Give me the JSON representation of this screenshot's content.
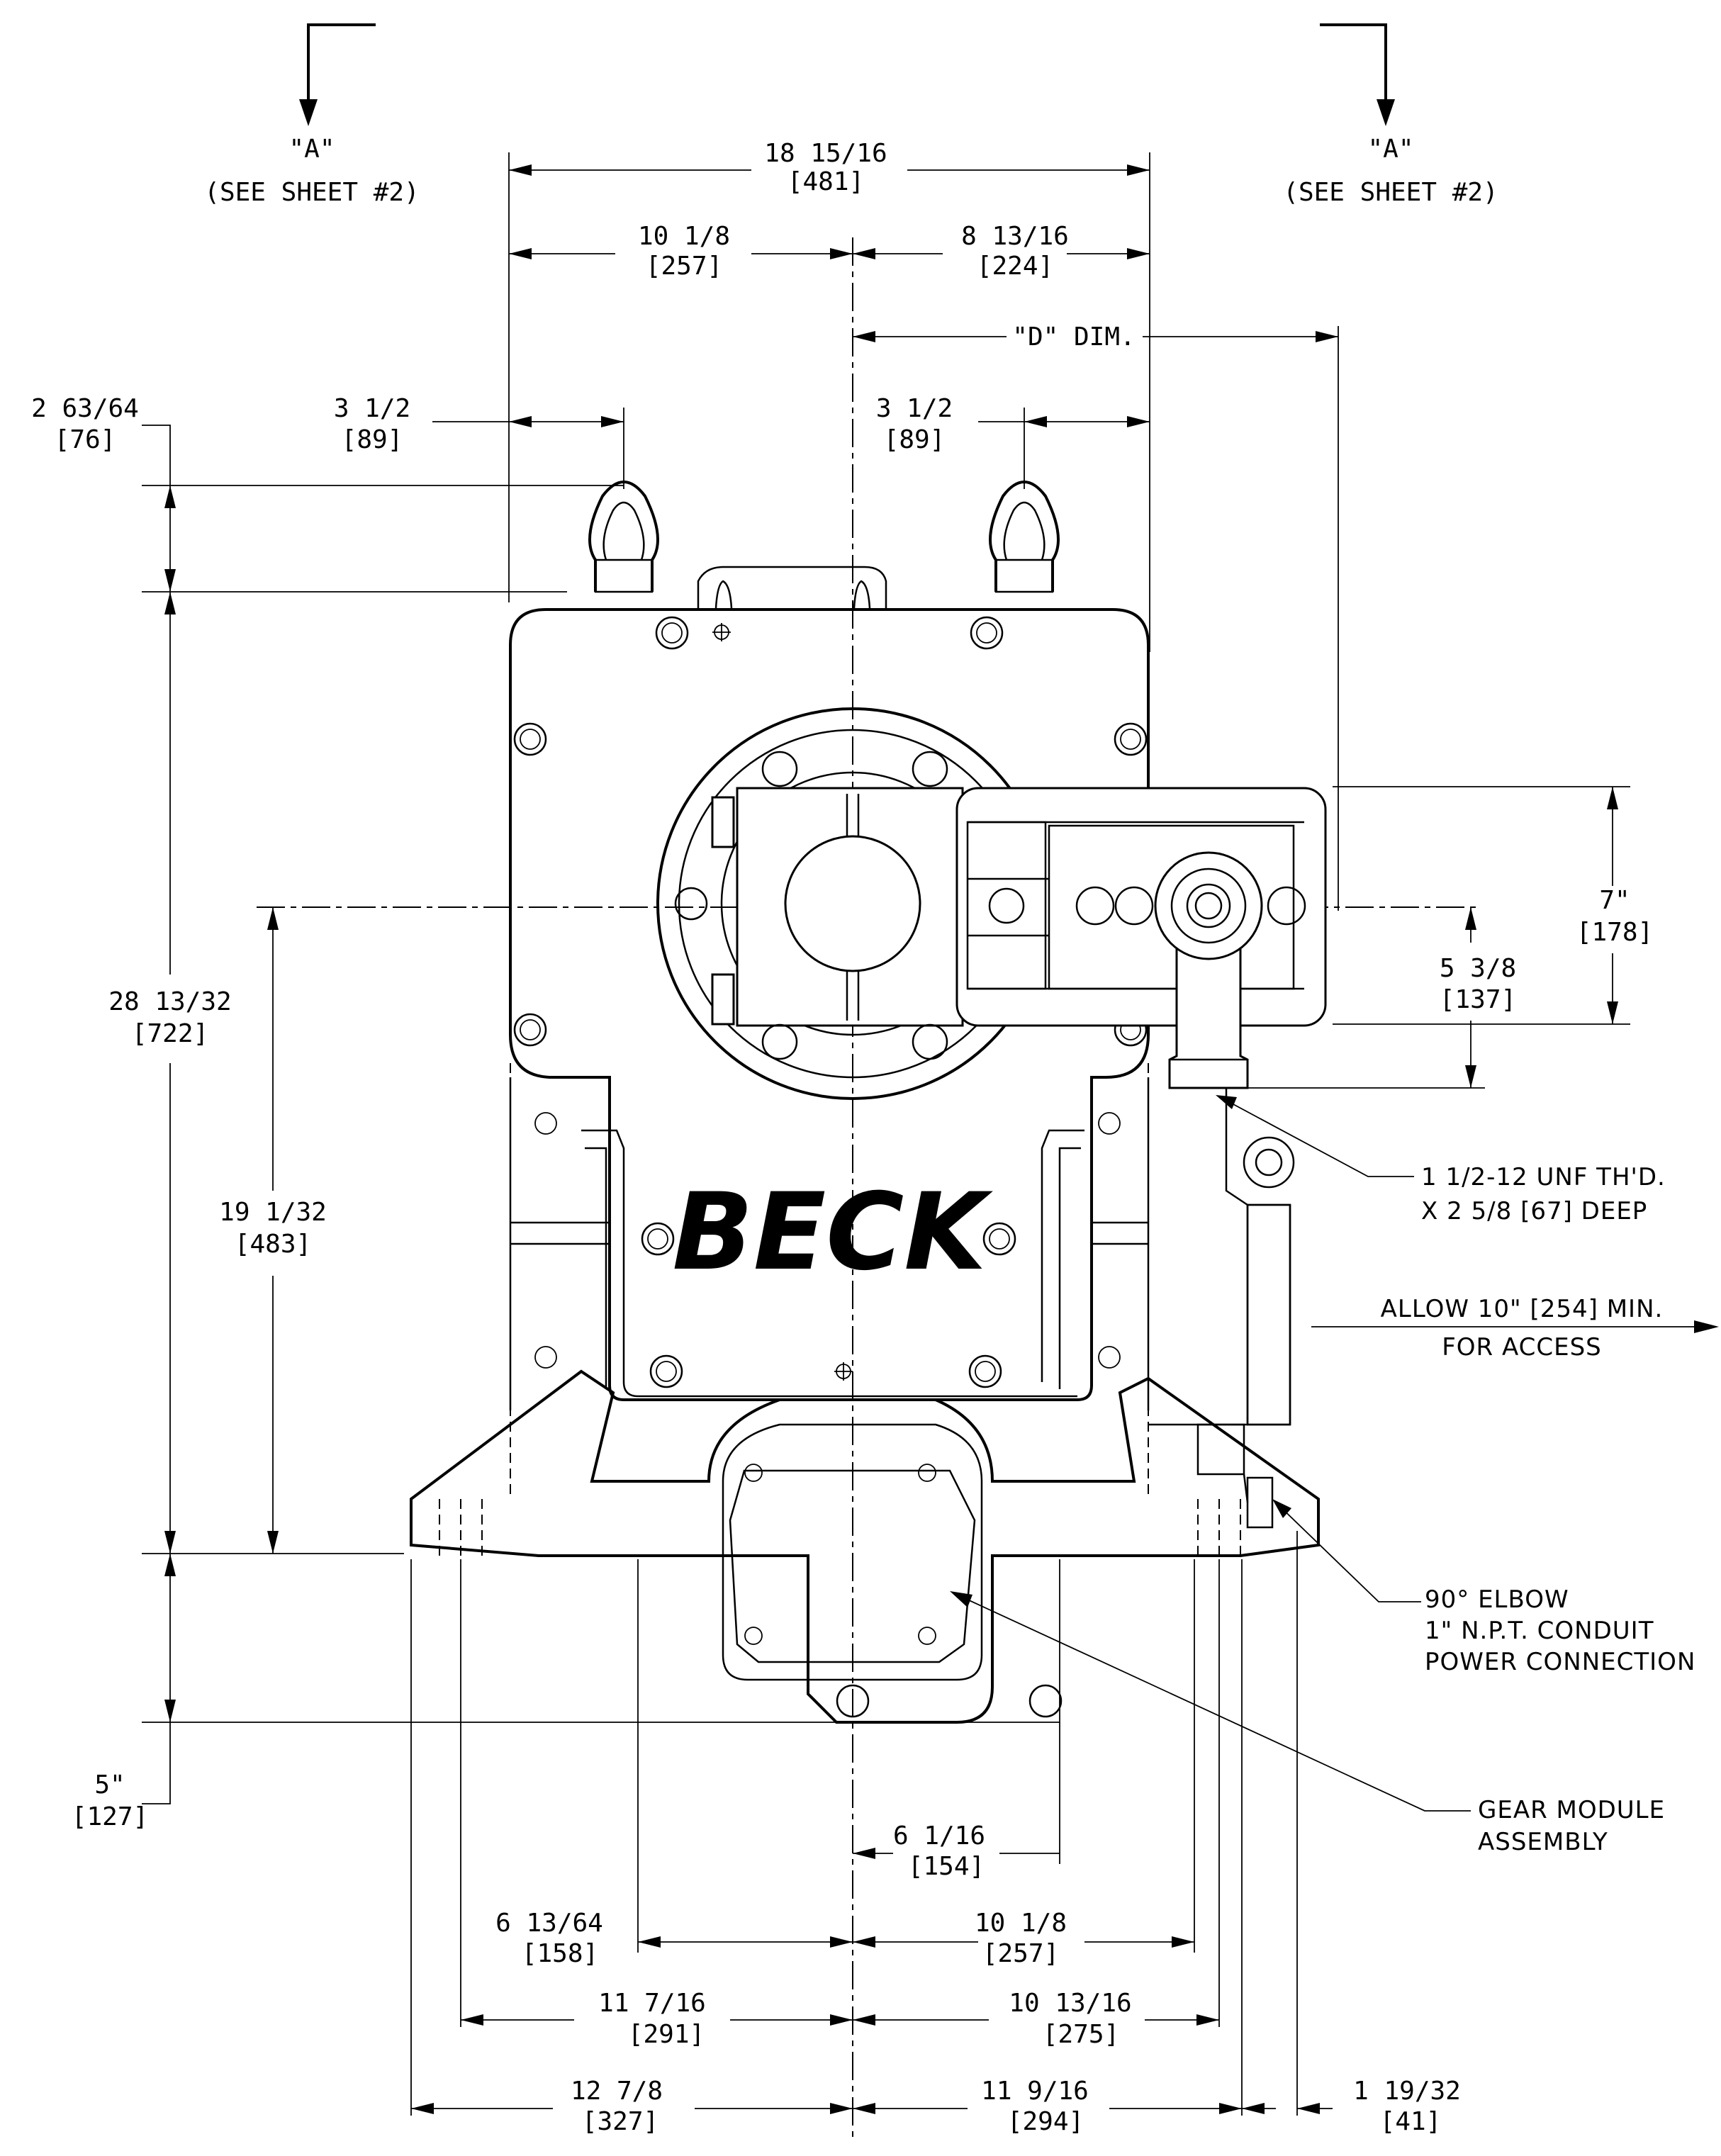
{
  "view_labels": {
    "left": {
      "name": "\"A\"",
      "ref": "(SEE SHEET #2)"
    },
    "right": {
      "name": "\"A\"",
      "ref": "(SEE SHEET #2)"
    }
  },
  "dimensions": {
    "overall_width": {
      "in": "18 15/16",
      "mm": "[481]"
    },
    "left_to_cl": {
      "in": "10 1/8",
      "mm": "[257]"
    },
    "cl_to_right": {
      "in": "8 13/16",
      "mm": "[224]"
    },
    "d_dim": "\"D\" DIM.",
    "lift_left": {
      "in": "3 1/2",
      "mm": "[89]"
    },
    "lift_right": {
      "in": "3 1/2",
      "mm": "[89]"
    },
    "lift_height": {
      "in": "2 63/64",
      "mm": "[76]"
    },
    "overall_height": {
      "in": "28 13/32",
      "mm": "[722]"
    },
    "shaft_height": {
      "in": "19 1/32",
      "mm": "[483]"
    },
    "crank_height": {
      "in": "7\"",
      "mm": "[178]"
    },
    "crank_offset": {
      "in": "5 3/8",
      "mm": "[137]"
    },
    "base_drop": {
      "in": "5\"",
      "mm": "[127]"
    },
    "gear_offset": {
      "in": "6 1/16",
      "mm": "[154]"
    },
    "base_inner_left": {
      "in": "6 13/64",
      "mm": "[158]"
    },
    "base_inner_right": {
      "in": "10 1/8",
      "mm": "[257]"
    },
    "base_mid_left": {
      "in": "11 7/16",
      "mm": "[291]"
    },
    "base_mid_right": {
      "in": "10 13/16",
      "mm": "[275]"
    },
    "base_outer_left": {
      "in": "12 7/8",
      "mm": "[327]"
    },
    "base_outer_right": {
      "in": "11 9/16",
      "mm": "[294]"
    },
    "conduit_offset": {
      "in": "1 19/32",
      "mm": "[41]"
    }
  },
  "notes": {
    "thread_line1": "1 1/2-12 UNF TH'D.",
    "thread_line2": "X 2 5/8 [67] DEEP",
    "access_line1": "ALLOW 10\" [254] MIN.",
    "access_line2": "FOR ACCESS",
    "elbow_line1": "90° ELBOW",
    "elbow_line2": "1\" N.P.T. CONDUIT",
    "elbow_line3": "POWER  CONNECTION",
    "gear_line1": "GEAR MODULE",
    "gear_line2": "ASSEMBLY"
  },
  "logo": "BECK"
}
